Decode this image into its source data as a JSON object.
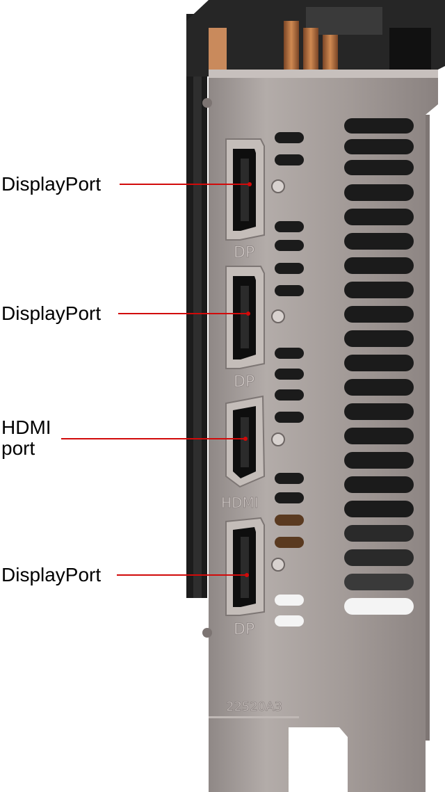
{
  "callouts": [
    {
      "text": "DisplayPort",
      "target": "displayport-1"
    },
    {
      "text": "DisplayPort",
      "target": "displayport-2"
    },
    {
      "text": "HDMI\nport",
      "target": "hdmi"
    },
    {
      "text": "DisplayPort",
      "target": "displayport-3"
    }
  ],
  "bracket_markings": {
    "port_labels": [
      "DP",
      "DP",
      "HDMI",
      "DP"
    ],
    "part_number": "22520A3"
  },
  "colors": {
    "callout_line": "#d10a0a",
    "bracket_metal": "#a8a09e",
    "pcb": "#2a2a2a",
    "copper": "#b8713d"
  }
}
